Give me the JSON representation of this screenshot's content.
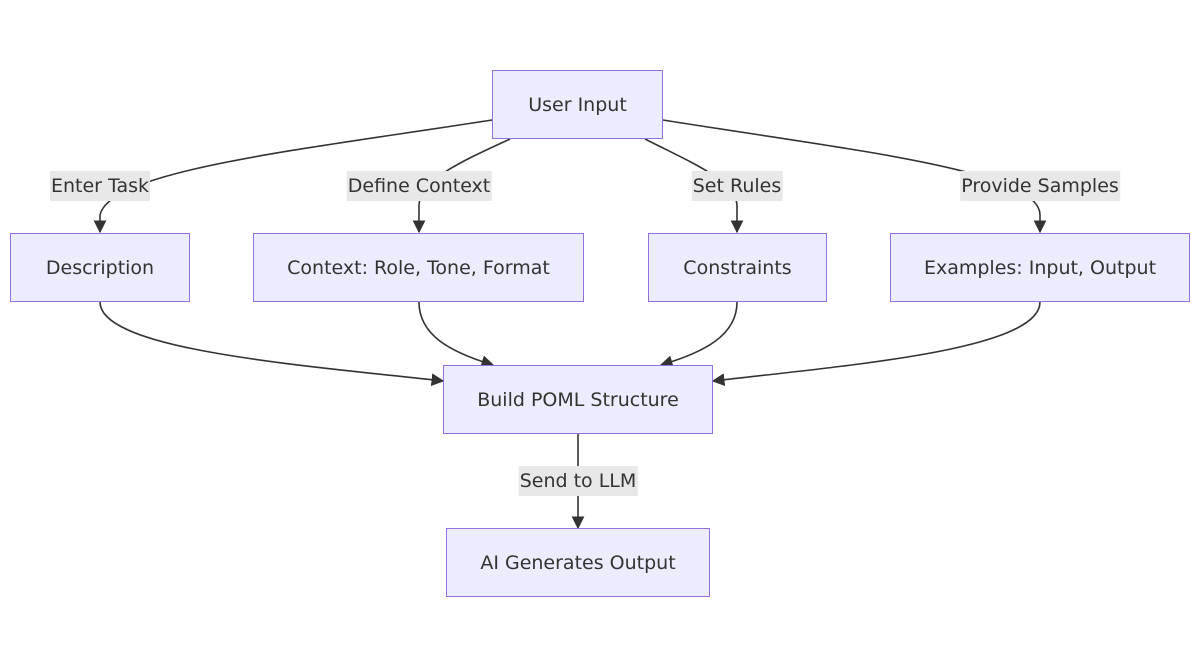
{
  "nodes": {
    "user_input": "User Input",
    "description": "Description",
    "context": "Context: Role, Tone, Format",
    "constraints": "Constraints",
    "examples": "Examples: Input, Output",
    "build": "Build POML Structure",
    "output": "AI Generates Output"
  },
  "edge_labels": {
    "enter_task": "Enter Task",
    "define_context": "Define Context",
    "set_rules": "Set Rules",
    "provide_samples": "Provide Samples",
    "send_to_llm": "Send to LLM"
  },
  "colors": {
    "node_fill": "#ececff",
    "node_border": "#9370db",
    "edge": "#333333",
    "label_bg": "#e8e8e8"
  }
}
